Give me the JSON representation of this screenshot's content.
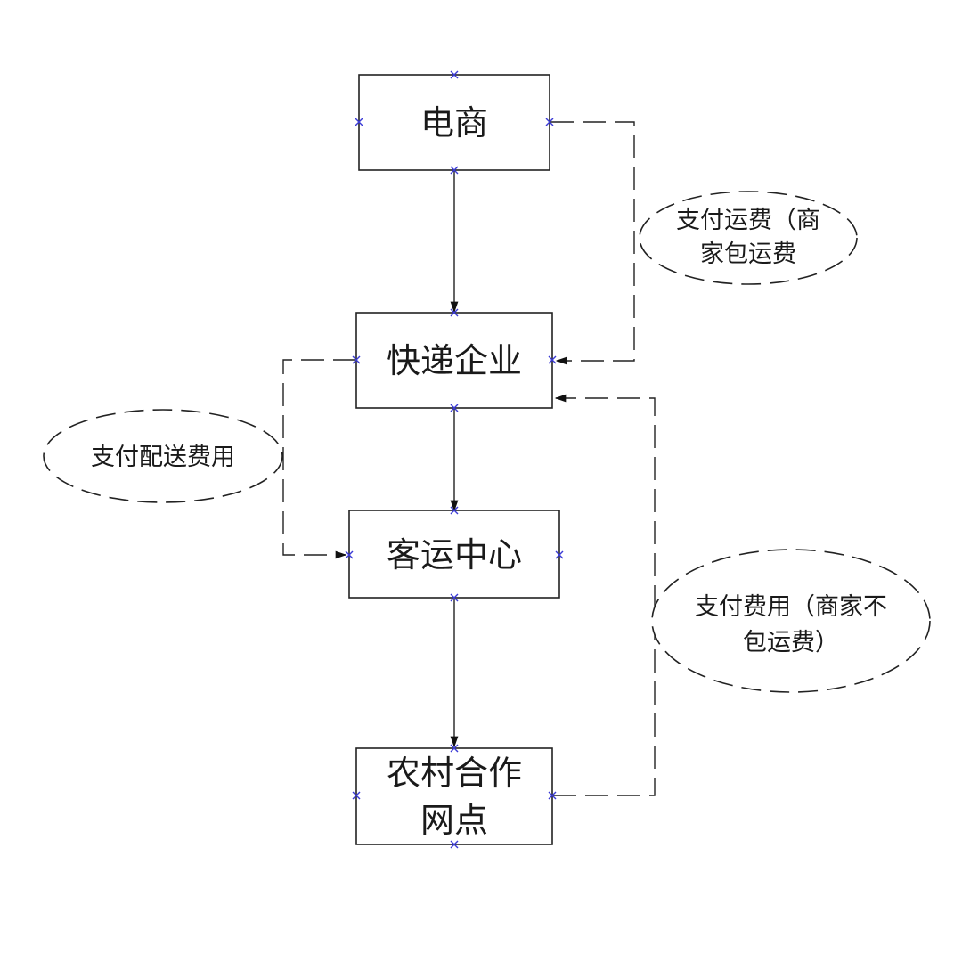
{
  "nodes": {
    "ecommerce": [
      "电商"
    ],
    "express": [
      "快递企业"
    ],
    "passenger": [
      "客运中心"
    ],
    "rural": [
      "农村合作",
      "网点"
    ]
  },
  "labels": {
    "pay_shipping": [
      "支付运费（商",
      "家包运费"
    ],
    "pay_delivery": [
      "支付配送费用"
    ],
    "pay_fee": [
      "支付费用（商家不",
      "包运费）"
    ]
  }
}
